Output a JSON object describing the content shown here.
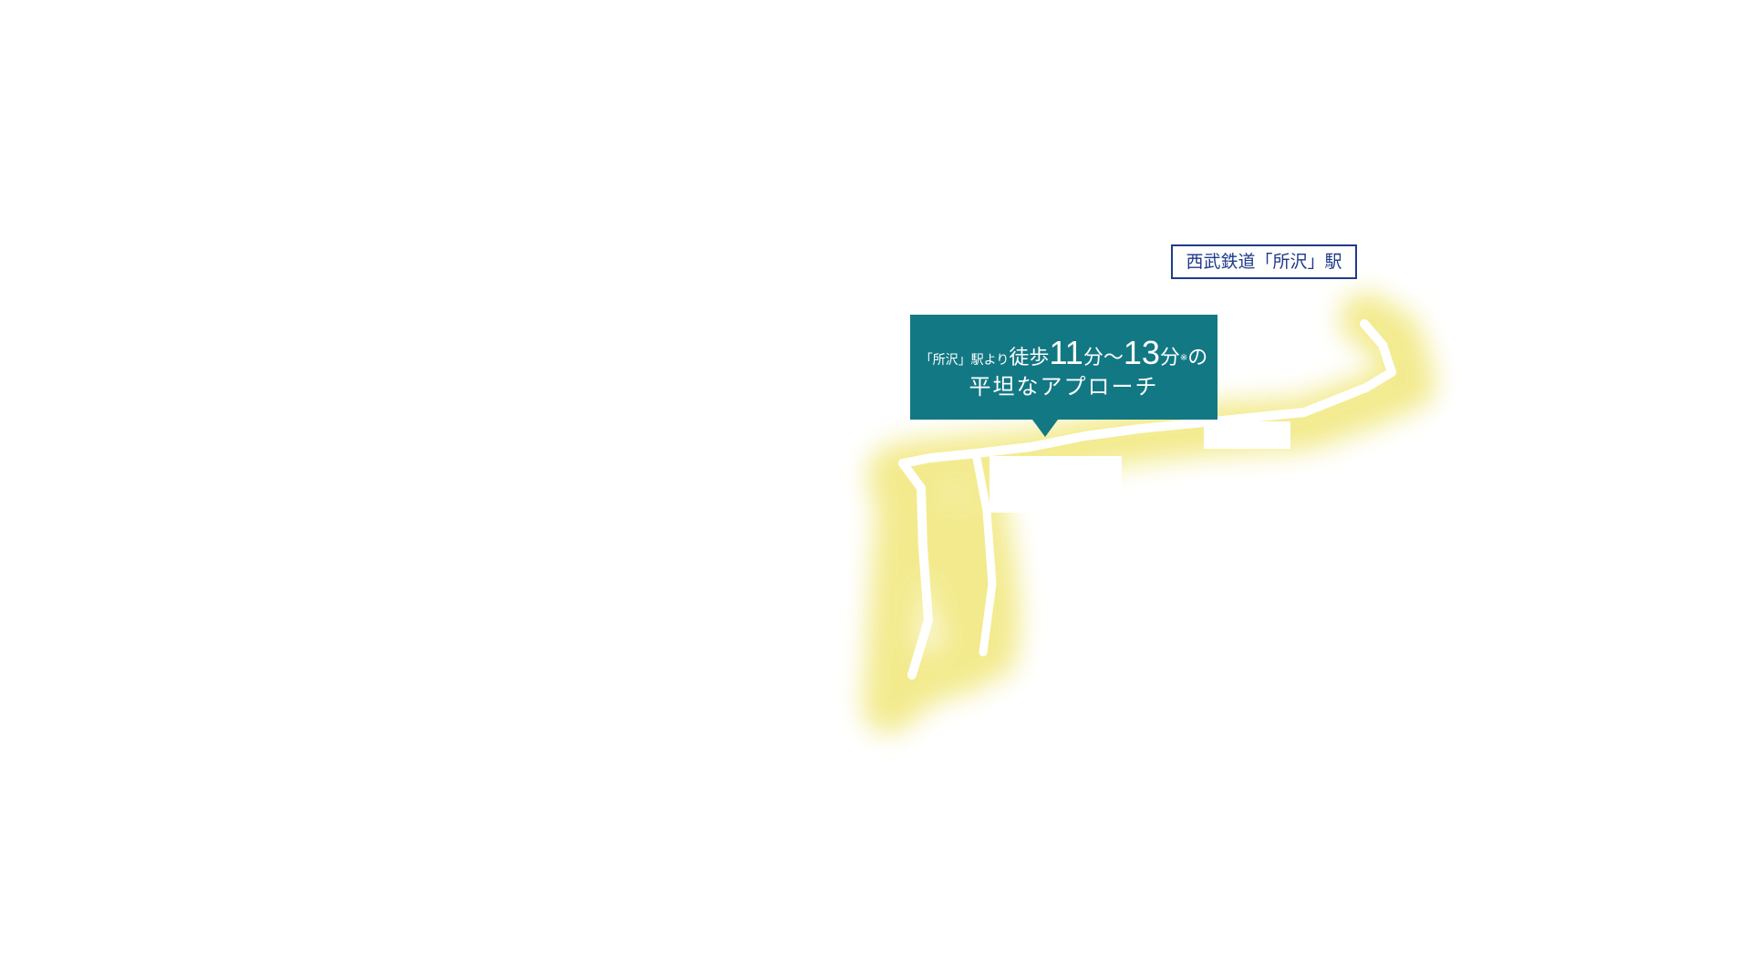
{
  "station": {
    "label": "西武鉄道「所沢」駅"
  },
  "callout": {
    "station_prefix": "「所沢」駅より",
    "walk": "徒歩",
    "min_from": "11",
    "unit1": "分",
    "tilde": "〜",
    "min_to": "13",
    "unit2": "分",
    "note_mark": "※",
    "particle": "の",
    "line2": "平坦なアプローチ"
  },
  "colors": {
    "glow": "#f1e77a",
    "route": "#ffffff",
    "callout_bg": "#127884",
    "station_border": "#1f3a8a"
  }
}
